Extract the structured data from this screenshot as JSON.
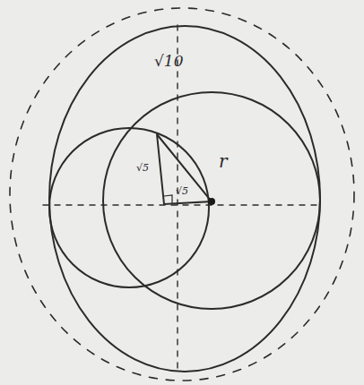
{
  "diagram": {
    "labels": [
      "√10",
      "r",
      "√5",
      "√5"
    ]
  }
}
